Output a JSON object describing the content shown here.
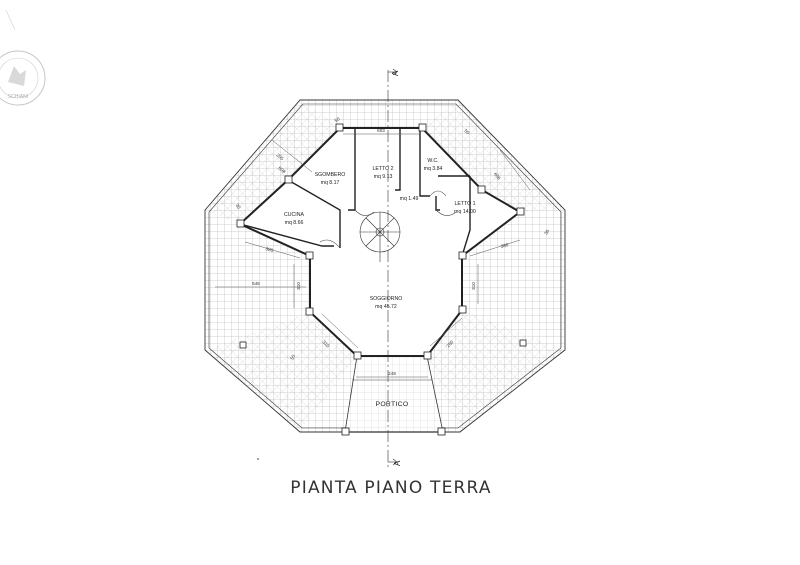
{
  "drawing_title": "PIANTA PIANO TERRA",
  "section_marks": {
    "top": "A",
    "bottom": "A"
  },
  "rooms": [
    {
      "name": "SGOMBERO",
      "area": "mq 8.17"
    },
    {
      "name": "LETTO 2",
      "area": "mq 9.13"
    },
    {
      "name": "W.C.",
      "area": "mq 3.84"
    },
    {
      "name": "LETTO 1",
      "area": "mq 14.00"
    },
    {
      "name": "CUCINA",
      "area": "mq 8.66"
    },
    {
      "name": "SOGGIORNO",
      "area": "mq 45.72"
    },
    {
      "name": "PORTICO",
      "area": ""
    }
  ],
  "hall_area": "mq 1.49",
  "dimensions": {
    "top": "603",
    "top_left_corner": "50",
    "top_right_corner": "50",
    "upper_left": "205",
    "upper_left_inner": "608",
    "upper_right_inner": "608",
    "left_side_1": "30",
    "right_side_1": "30",
    "left_diag": "380",
    "right_diag": "380",
    "left_width": "548",
    "left_wall": "310",
    "right_wall": "310",
    "lower_left": "310",
    "lower_left_corner": "50",
    "lower_right": "260",
    "bottom": "249"
  },
  "stamp": {
    "text": "SCHIANI"
  }
}
